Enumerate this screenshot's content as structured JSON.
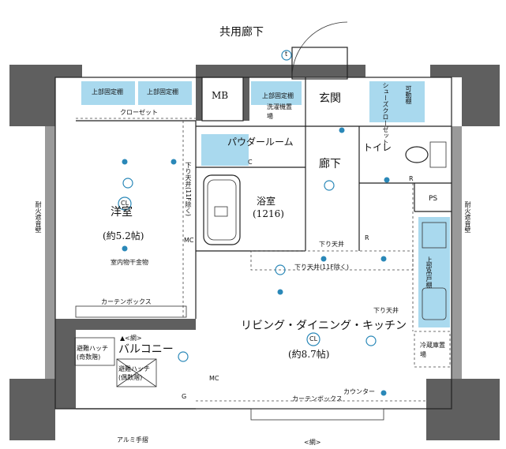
{
  "labels": {
    "corridor": "共用廊下",
    "mb": "MB",
    "entrance": "玄関",
    "powder_room": "パウダールーム",
    "hallway": "廊下",
    "toilet": "トイレ",
    "western_room": "洋室",
    "western_room_size": "(約5.2帖)",
    "bathroom": "浴室",
    "bathroom_size": "(1216)",
    "ps": "PS",
    "ldk": "リビング・ダイニング・キッチン",
    "ldk_size": "(約8.7帖)",
    "balcony": "バルコニー",
    "fire_wall_left": "耐火遮音壁",
    "fire_wall_right": "耐火遮音壁",
    "upper_shelf_1": "上部固定棚",
    "upper_shelf_2": "上部固定棚",
    "upper_shelf_3": "上部固定棚",
    "washer_place": "洗濯機置場",
    "closet": "クローゼット",
    "shoes_closet": "シューズクローゼット",
    "movable_shelf": "可動棚",
    "ceiling_drop_1": "下り天井(11F除く)",
    "ceiling_drop_2": "下り天井",
    "ceiling_drop_3": "下り天井(11F除く)",
    "ceiling_drop_4": "下り天井",
    "indoor_hanger": "室内物干金物",
    "curtain_box_1": "カーテンボックス",
    "curtain_box_2": "カーテンボックス",
    "counter": "カウンター",
    "fridge_place": "冷蔵庫置場",
    "upper_shelf_kitchen": "上部吊戸棚",
    "evac_hatch_odd": "避難ハッチ(奇数階)",
    "evac_hatch_even": "避難ハッチ(偶数階)",
    "net_top": "▲<網>",
    "net_bottom": "<網>",
    "aluminum_rail": "アルミ手摺",
    "mc_1": "MC",
    "mc_2": "MC",
    "cl_1": "CL",
    "cl_2": "CL",
    "sym_t": "t",
    "sym_c": "C",
    "sym_r1": "R",
    "sym_r2": "R",
    "sym_g": "G"
  }
}
